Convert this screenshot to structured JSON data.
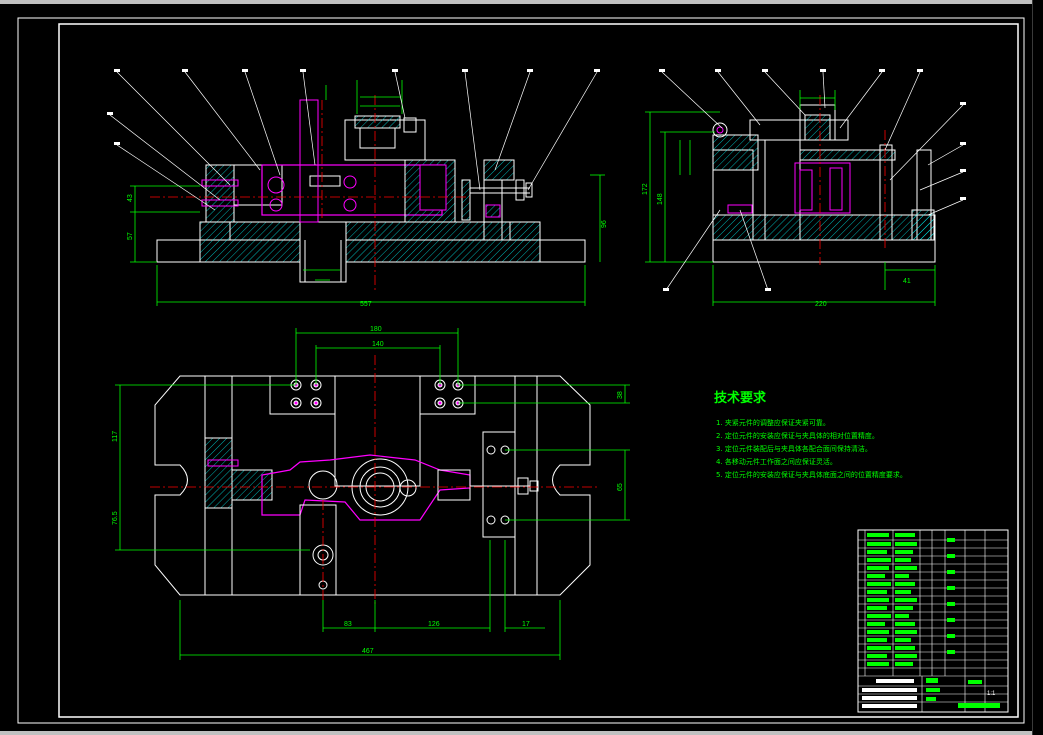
{
  "colors": {
    "background": "#000000",
    "outline": "#ffffff",
    "dimension": "#00ff00",
    "part": "#ff00ff",
    "centerline": "#ff0000",
    "hatch": "#00ffff",
    "leader": "#ffffff"
  },
  "technical_requirements": {
    "title": "技术要求",
    "items": [
      "1. 夹紧元件的调整应保证夹紧可靠。",
      "2. 定位元件的安装应保证与夹具体的相对位置精度。",
      "3. 定位元件装配后与夹具体各配合面间保持清洁。",
      "4. 各移动元件工作面之间应保证灵活。",
      "5. 定位元件的安装应保证与夹具体底面之间的位置精度要求。"
    ]
  },
  "dimensions": {
    "front_total_width": "557",
    "front_height_right": "96",
    "front_height_left_upper": "43",
    "front_height_left_lower": "57",
    "side_total_width": "220",
    "side_sub_width": "41",
    "side_height_outer": "172",
    "side_height_inner": "148",
    "plan_total_width": "467",
    "plan_top_outer": "180",
    "plan_top_inner": "140",
    "plan_left_upper": "117",
    "plan_left_lower": "76.5",
    "plan_right_upper": "38",
    "plan_right_mid": "65",
    "plan_bottom_a": "83",
    "plan_bottom_b": "126",
    "plan_bottom_c": "17"
  },
  "title_block": {
    "scale": "1:1"
  }
}
